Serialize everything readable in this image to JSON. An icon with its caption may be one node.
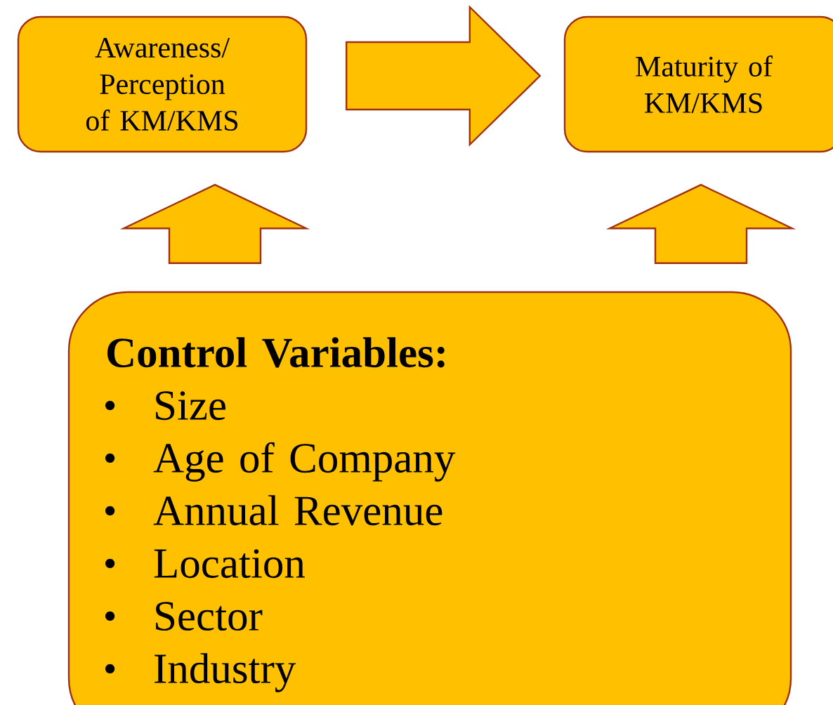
{
  "diagram": {
    "nodes": [
      {
        "text": [
          "Awareness/ Perception of KM/KMS"
        ]
      },
      {
        "text": [
          "Maturity of KM/KMS"
        ]
      },
      {
        "text": [
          "Control Variables:",
          "Size",
          "Age of Company",
          "Annual Revenue",
          "Location",
          "Sector",
          "Industry"
        ]
      }
    ],
    "edges": [
      {
        "from": 0,
        "to": 1,
        "arrow": "to"
      },
      {
        "from": 2,
        "to": 0,
        "arrow": "to"
      },
      {
        "from": 2,
        "to": 1,
        "arrow": "to"
      }
    ]
  }
}
